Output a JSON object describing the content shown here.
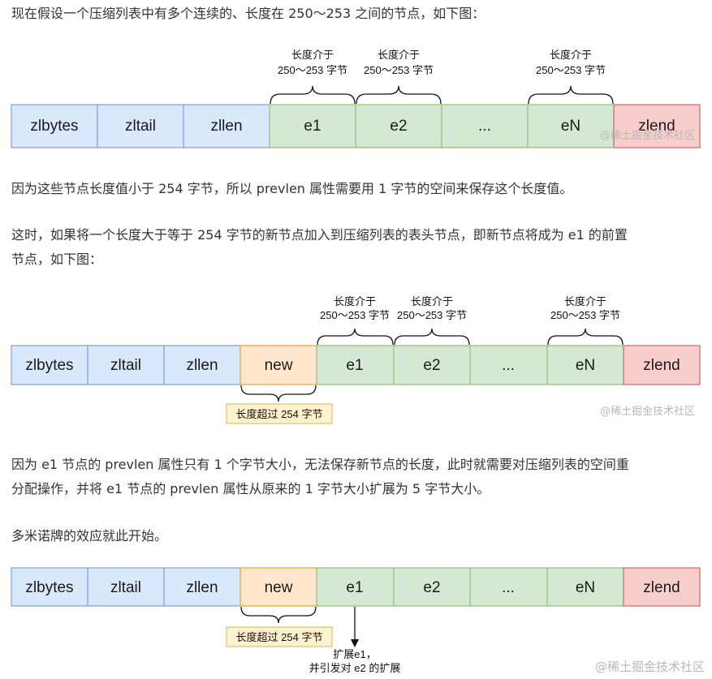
{
  "paragraphs": {
    "p1": "现在假设一个压缩列表中有多个连续的、长度在 250～253 之间的节点，如下图：",
    "p2": "因为这些节点长度值小于 254 字节，所以 prevlen 属性需要用 1 字节的空间来保存这个长度值。",
    "p3_line1": "这时，如果将一个长度大于等于 254 字节的新节点加入到压缩列表的表头节点，即新节点将成为 e1 的前置",
    "p3_line2": "节点，如下图：",
    "p4_line1": "因为 e1 节点的 prevlen 属性只有 1 个字节大小，无法保存新节点的长度，此时就需要对压缩列表的空间重",
    "p4_line2": "分配操作，并将 e1 节点的 prevlen 属性从原来的 1 字节大小扩展为 5 字节大小。",
    "p5": "多米诺牌的效应就此开始。"
  },
  "diagram1": {
    "cells": [
      "zlbytes",
      "zltail",
      "zllen",
      "e1",
      "e2",
      "...",
      "eN",
      "zlend"
    ],
    "bracket_line1": "长度介于",
    "bracket_line2": "250～253 字节",
    "watermark": "@稀土掘金技术社区"
  },
  "diagram2": {
    "cells": [
      "zlbytes",
      "zltail",
      "zllen",
      "new",
      "e1",
      "e2",
      "...",
      "eN",
      "zlend"
    ],
    "bracket_line1": "长度介于",
    "bracket_line2": "250～253 字节",
    "new_label": "长度超过 254 字节",
    "watermark": "@稀土掘金技术社区"
  },
  "diagram3": {
    "cells": [
      "zlbytes",
      "zltail",
      "zllen",
      "new",
      "e1",
      "e2",
      "...",
      "eN",
      "zlend"
    ],
    "new_label": "长度超过 254 字节",
    "arrow_line1": "扩展e1，",
    "arrow_line2": "并引发对 e2 的扩展",
    "watermark": "@稀土掘金技术社区"
  },
  "colors": {
    "header_fill": "#dae8fc",
    "header_stroke": "#6c8ebf",
    "entry_fill": "#d5e8d4",
    "entry_stroke": "#82b366",
    "new_fill": "#ffe6cc",
    "new_stroke": "#d79b00",
    "end_fill": "#f8cecc",
    "end_stroke": "#b85450",
    "label_fill": "#fff2cc",
    "label_stroke": "#d6b656"
  }
}
